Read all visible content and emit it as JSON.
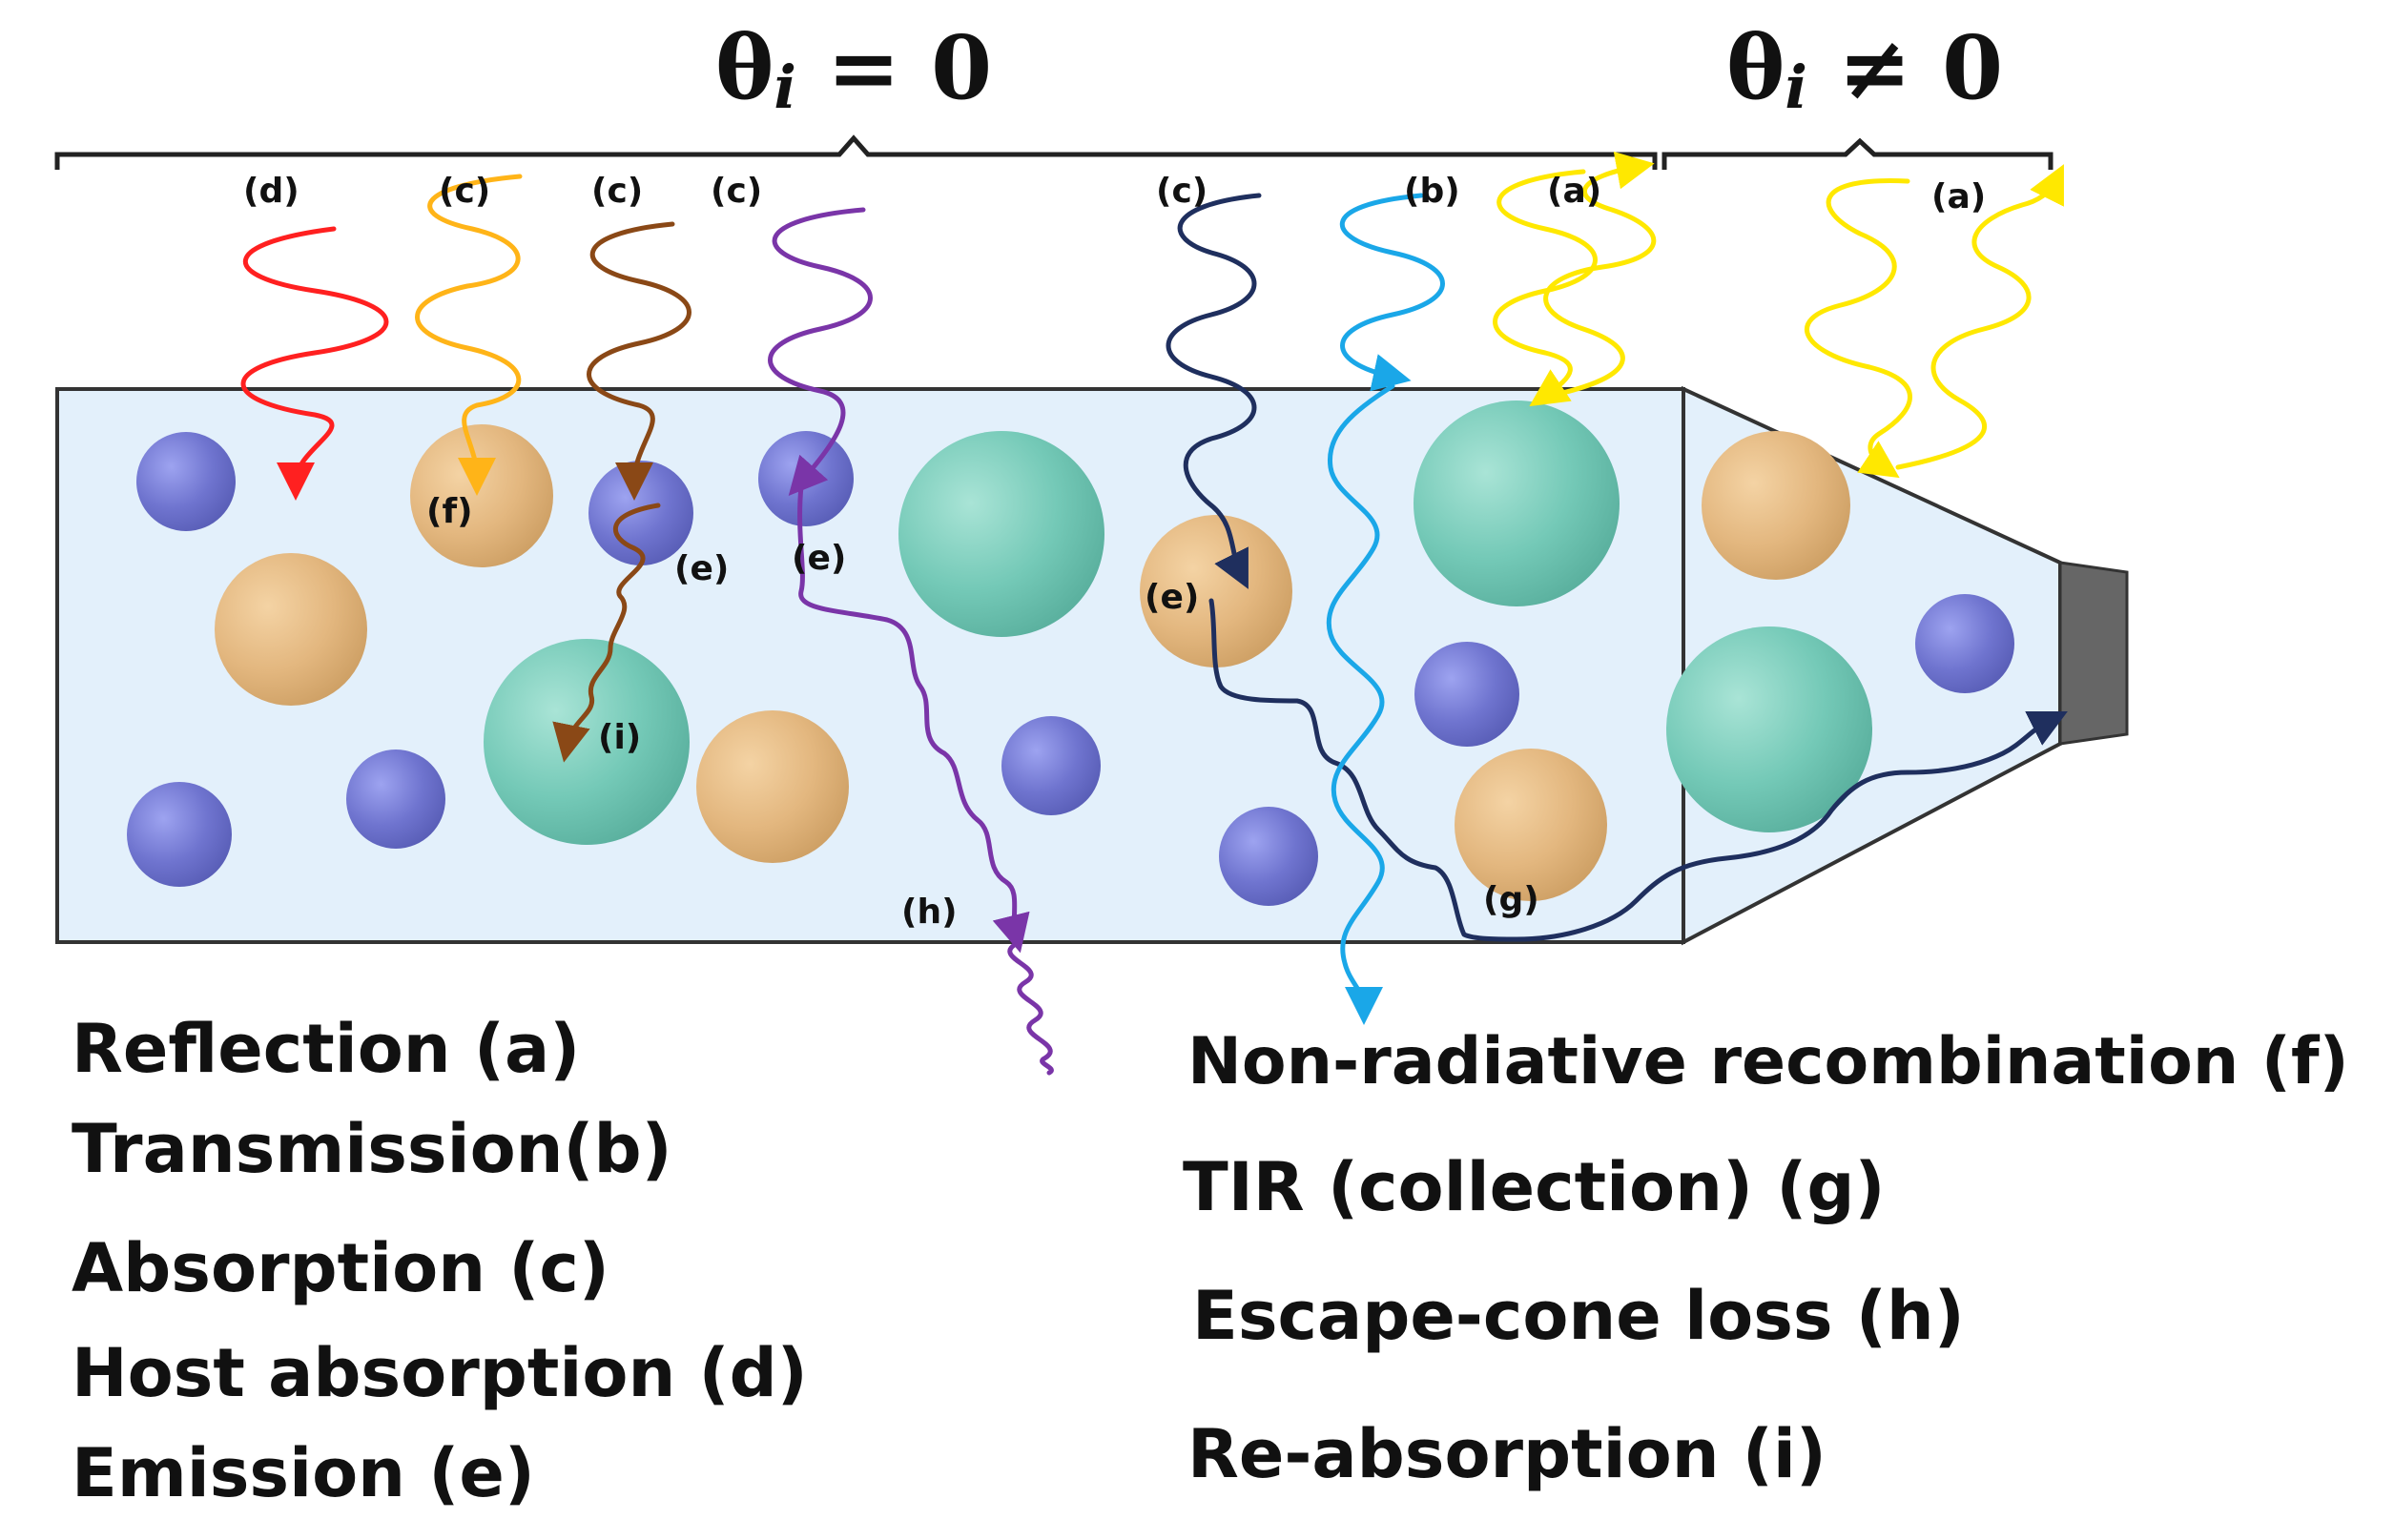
{
  "header": {
    "normal_incidence": {
      "symbol": "θ",
      "subscript": "i",
      "relation": "= 0"
    },
    "oblique_incidence": {
      "symbol": "θ",
      "subscript": "i",
      "relation": "≠ 0"
    }
  },
  "ray_labels": {
    "d_top": "(d)",
    "c_orange": "(c)",
    "c_brown": "(c)",
    "c_purple": "(c)",
    "c_navy": "(c)",
    "b_top": "(b)",
    "a_left": "(a)",
    "a_right": "(a)",
    "f_inner": "(f)",
    "e_brown": "(e)",
    "e_purple": "(e)",
    "e_navy": "(e)",
    "i_inner": "(i)",
    "h_inner": "(h)",
    "g_inner": "(g)"
  },
  "legend_left": [
    "Reflection (a)",
    "Transmission(b)",
    "Absorption (c)",
    "Host absorption (d)",
    "Emission (e)"
  ],
  "legend_right": [
    "Non-radiative recombination (f)",
    "TIR (collection) (g)",
    "Escape-cone loss (h)",
    "Re-absorption (i)"
  ],
  "colors": {
    "slab_fill": "#e3f0fb",
    "slab_stroke": "#333333",
    "particle_blue": "#6f74cf",
    "particle_orange": "#e3b77f",
    "particle_teal": "#74c9b7",
    "ray_red": "#ff2020",
    "ray_orange": "#ffb418",
    "ray_brown": "#8a4816",
    "ray_purple": "#7a35a8",
    "ray_navy": "#1f2f5e",
    "ray_cyan": "#1aa7e8",
    "ray_yellow": "#fff200",
    "collector": "#666666"
  }
}
